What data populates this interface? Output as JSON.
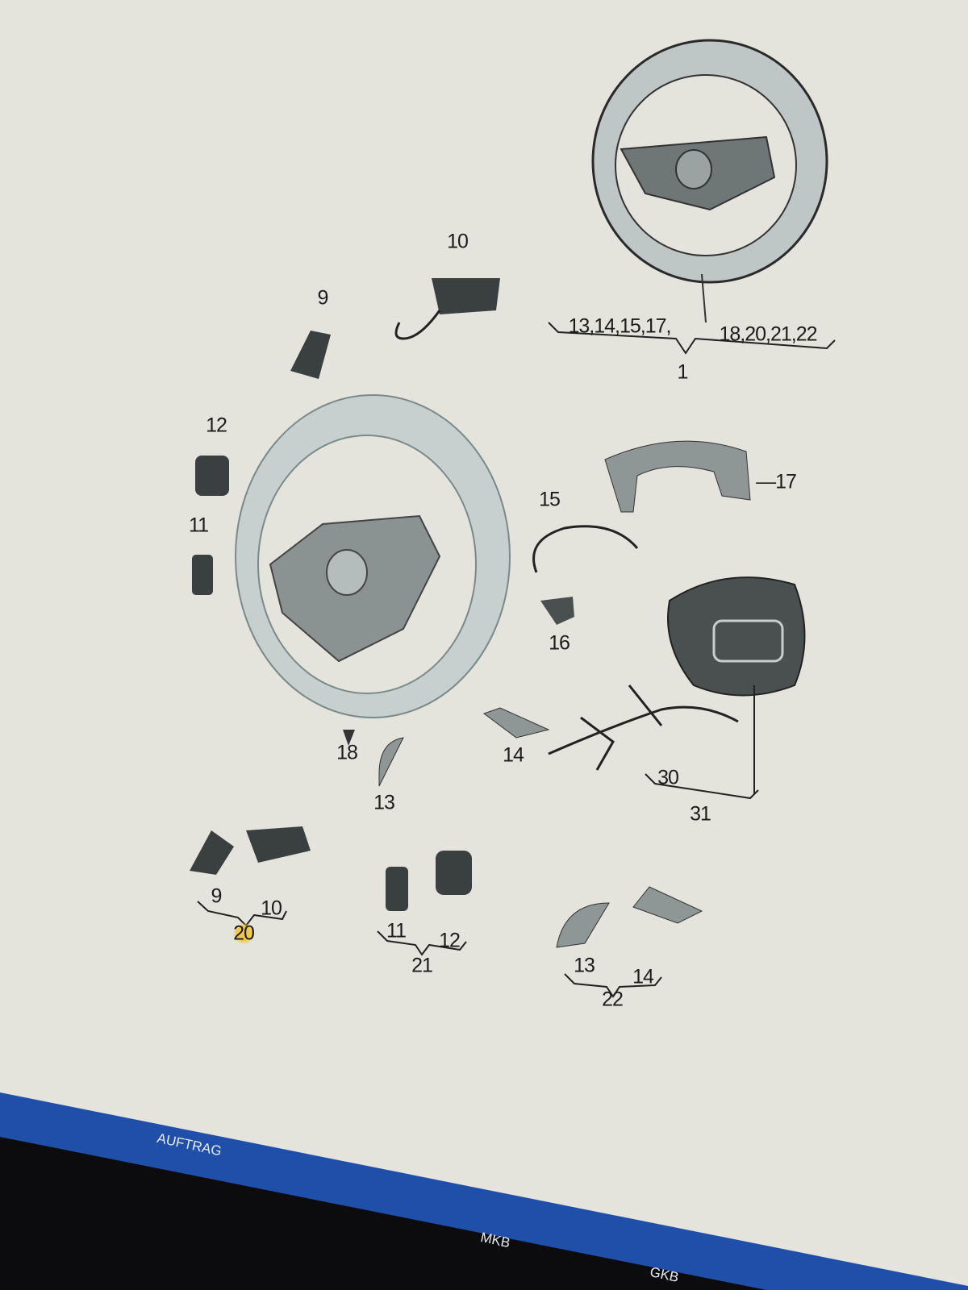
{
  "diagram": {
    "title_groups": {
      "group_left": "13,14,15,17,",
      "group_right": "18,20,21,22",
      "main_part": "1"
    },
    "callouts": {
      "c10_top": "10",
      "c9_top": "9",
      "c12_left": "12",
      "c11_left": "11",
      "c15": "15",
      "c17": "—17",
      "c16": "16",
      "c18": "18",
      "c13_mid": "13",
      "c14_mid": "14",
      "c30": "30",
      "c31": "31",
      "c9_set": "9",
      "c10_set": "10",
      "c20_set": "20",
      "c11_set": "11",
      "c12_set": "12",
      "c21_set": "21",
      "c13_set": "13",
      "c14_set": "14",
      "c22_set": "22"
    },
    "highlight_color": "#f2c84a"
  },
  "bottom_bar": {
    "tabs": [
      "AUFTRAG",
      "MKB",
      "GKB"
    ],
    "color": "#1f4fa8"
  }
}
